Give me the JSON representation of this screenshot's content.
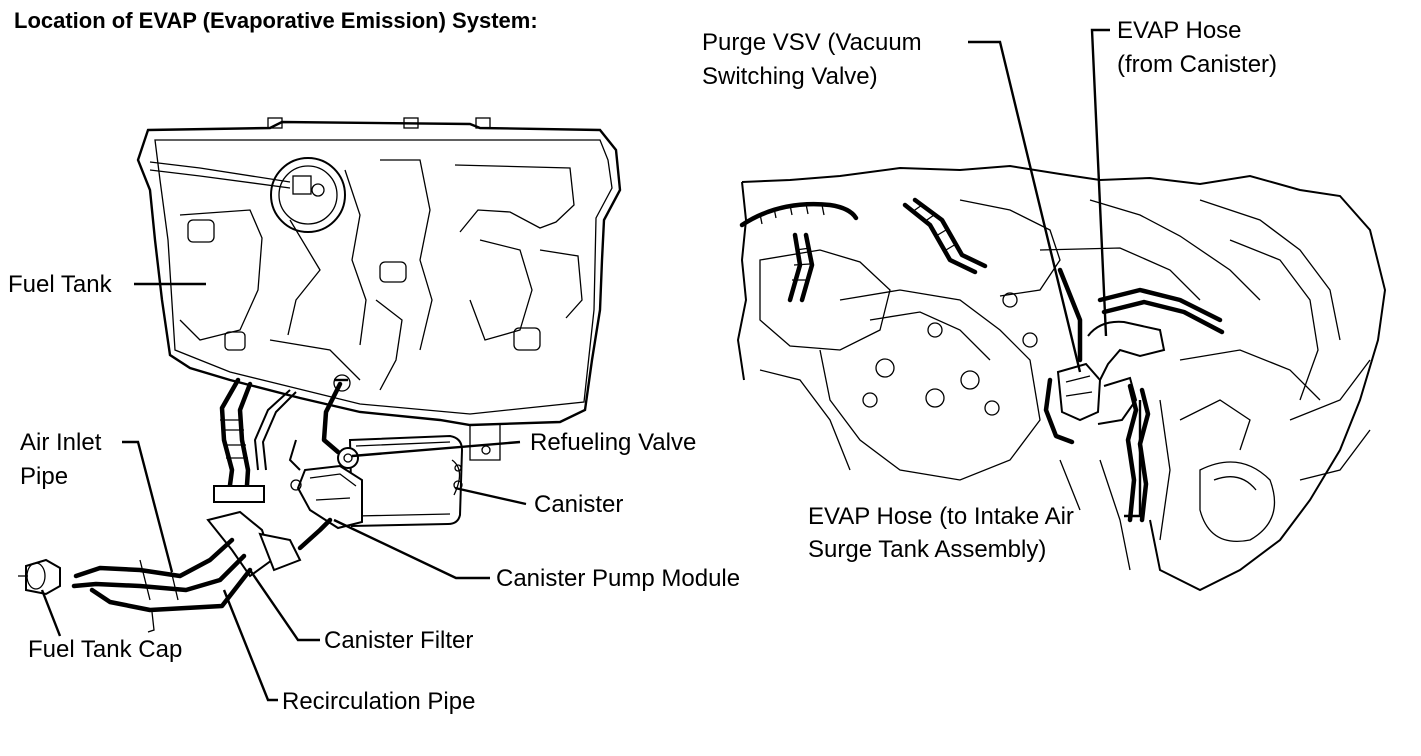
{
  "title": "Location of EVAP (Evaporative Emission) System:",
  "left_labels": {
    "fuel_tank": "Fuel Tank",
    "air_inlet_pipe_1": "Air Inlet",
    "air_inlet_pipe_2": "Pipe",
    "refueling_valve": "Refueling Valve",
    "canister": "Canister",
    "canister_pump_module": "Canister Pump Module",
    "canister_filter": "Canister Filter",
    "fuel_tank_cap": "Fuel Tank Cap",
    "recirculation_pipe": "Recirculation Pipe"
  },
  "right_labels": {
    "purge_vsv_1": "Purge VSV (Vacuum",
    "purge_vsv_2": "Switching Valve)",
    "evap_hose_canister_1": "EVAP Hose",
    "evap_hose_canister_2": "(from Canister)",
    "evap_hose_intake_1": "EVAP Hose (to Intake Air",
    "evap_hose_intake_2": "Surge Tank Assembly)"
  }
}
